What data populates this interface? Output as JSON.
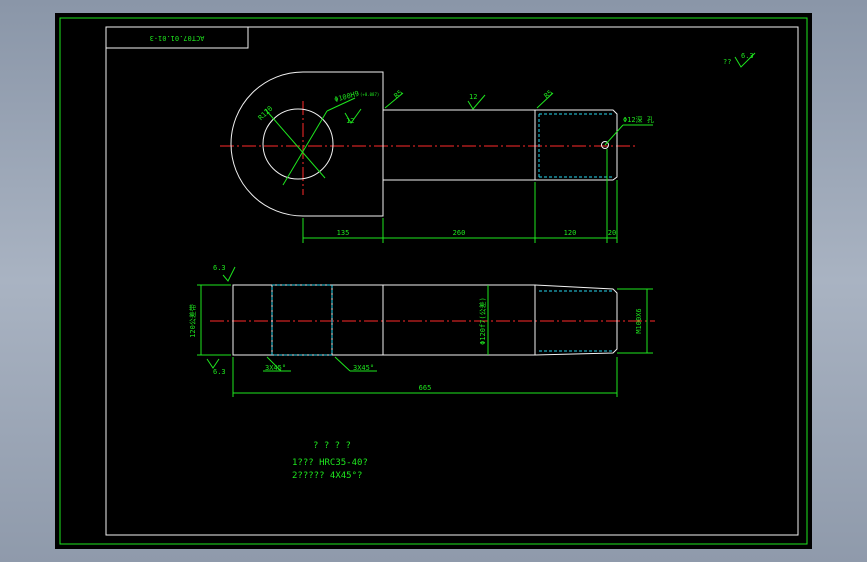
{
  "title_block": {
    "code": "ACT07.01.01-3"
  },
  "surface_marks": {
    "top_right": "??",
    "top_right_value": "6.3",
    "front_left": "6.3",
    "front_left_lower": "6.3"
  },
  "top_view": {
    "radius_label": "R120",
    "hole_label": "Φ100H9",
    "hole_suffix": "(+0.087)",
    "chamfer_left": "R5",
    "surface_mid": "12",
    "hole_finish": "12",
    "chamfer_right": "R5",
    "tap_label": "Φ12深 孔",
    "dims": {
      "d1": "135",
      "d2": "260",
      "d3": "120",
      "d4": "20"
    }
  },
  "front_view": {
    "left_dia": "120公差带",
    "mid_dia": "Φ120f7(公差)",
    "thread": "M100X6",
    "chamfer_left": "3X45°",
    "chamfer_right": "3X45°",
    "overall": "665"
  },
  "notes": {
    "heading": "? ? ? ?",
    "line1": "1??? HRC35-40?",
    "line2": "2????? 4X45°?"
  }
}
